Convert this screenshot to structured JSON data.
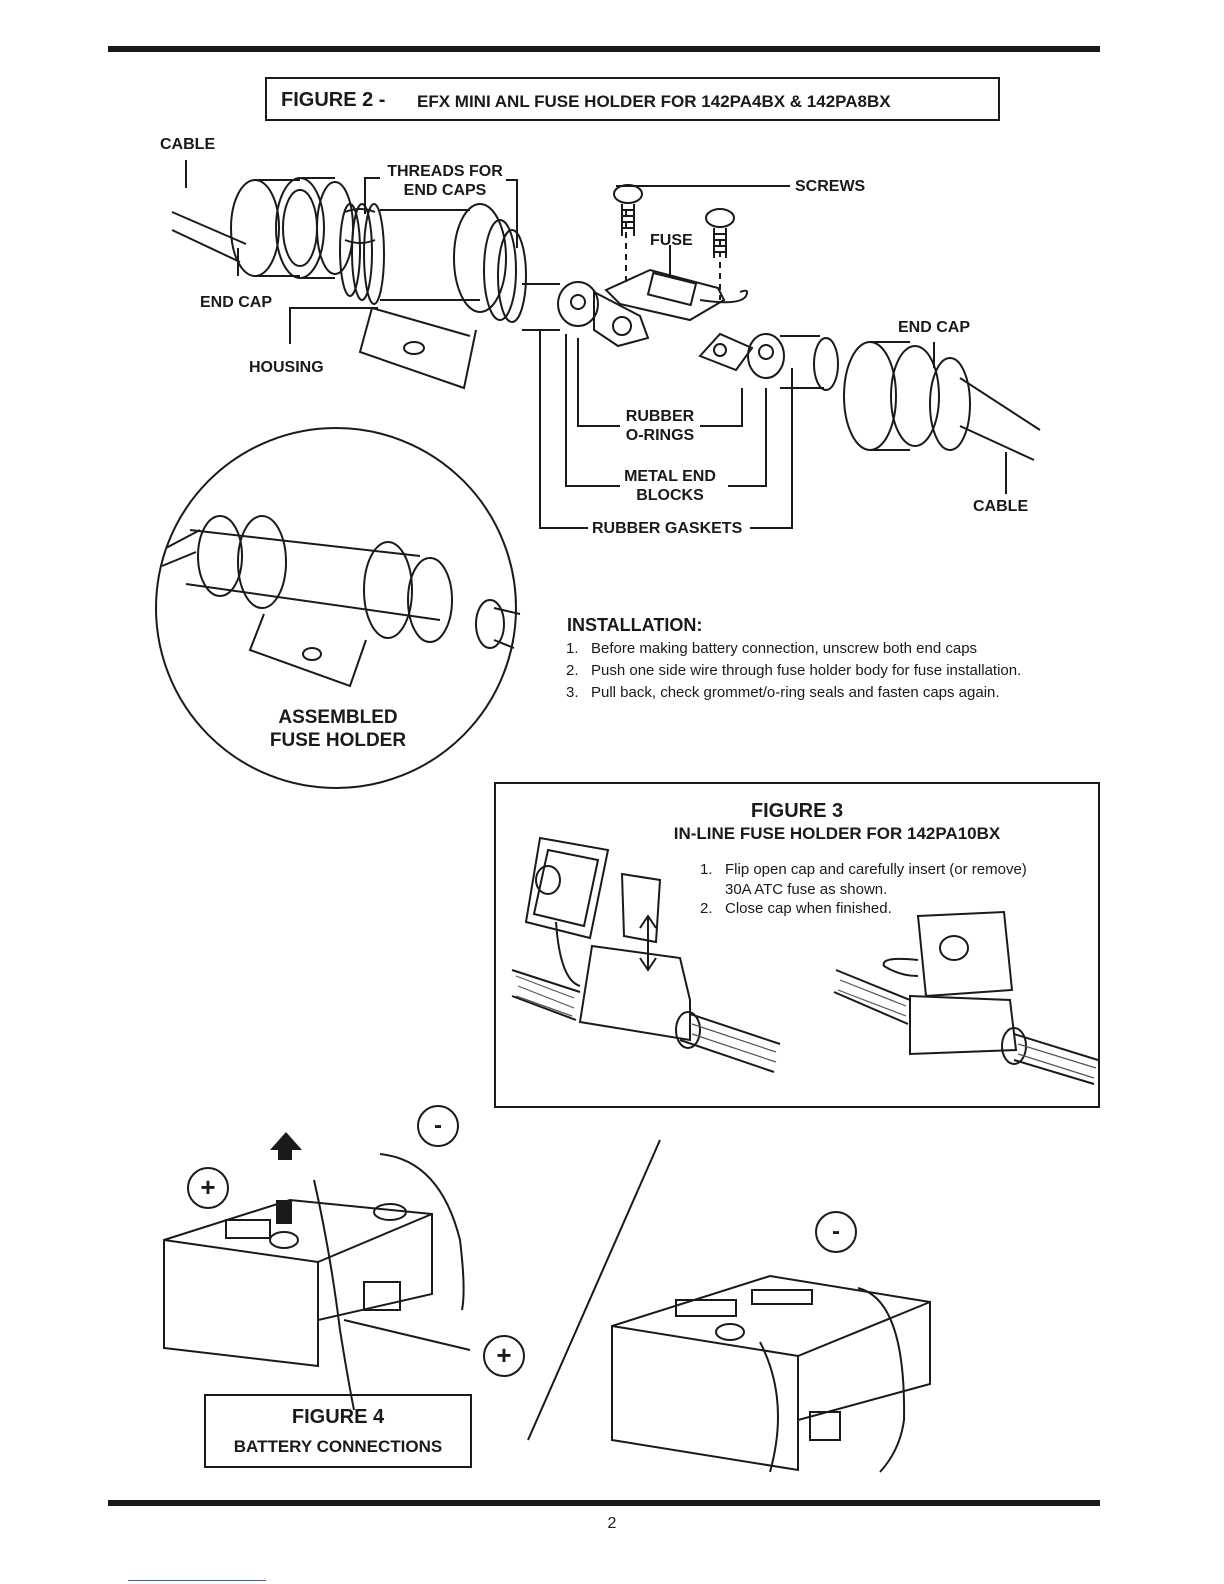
{
  "figure2": {
    "title_number": "FIGURE 2 -",
    "title_text": "EFX MINI ANL FUSE HOLDER FOR 142PA4BX & 142PA8BX",
    "labels": {
      "cable_left": "CABLE",
      "threads_line1": "THREADS FOR",
      "threads_line2": "END CAPS",
      "screws": "SCREWS",
      "fuse": "FUSE",
      "end_cap_left": "END CAP",
      "end_cap_right": "END CAP",
      "housing": "HOUSING",
      "rubber_line1": "RUBBER",
      "rubber_line2": "O-RINGS",
      "metal_line1": "METAL END",
      "metal_line2": "BLOCKS",
      "gaskets": "RUBBER GASKETS",
      "cable_right": "CABLE",
      "assembled_line1": "ASSEMBLED",
      "assembled_line2": "FUSE HOLDER"
    }
  },
  "installation": {
    "heading": "INSTALLATION:",
    "steps": [
      {
        "num": "1.",
        "text": "Before making battery connection, unscrew both end caps"
      },
      {
        "num": "2.",
        "text": "Push one side wire through fuse holder body for fuse installation."
      },
      {
        "num": "3.",
        "text": "Pull back, check grommet/o-ring seals and fasten caps again."
      }
    ]
  },
  "figure3": {
    "title": "FIGURE 3",
    "subtitle": "IN-LINE FUSE HOLDER FOR 142PA10BX",
    "steps": [
      {
        "num": "1.",
        "text": "Flip open cap and carefully insert (or remove)"
      },
      {
        "num": "",
        "text": "30A ATC fuse as shown."
      },
      {
        "num": "2.",
        "text": "Close cap when finished."
      }
    ]
  },
  "figure4": {
    "title": "FIGURE 4",
    "subtitle": "BATTERY CONNECTIONS",
    "polarity_plus": "+",
    "polarity_minus": "-"
  },
  "page_number": "2"
}
